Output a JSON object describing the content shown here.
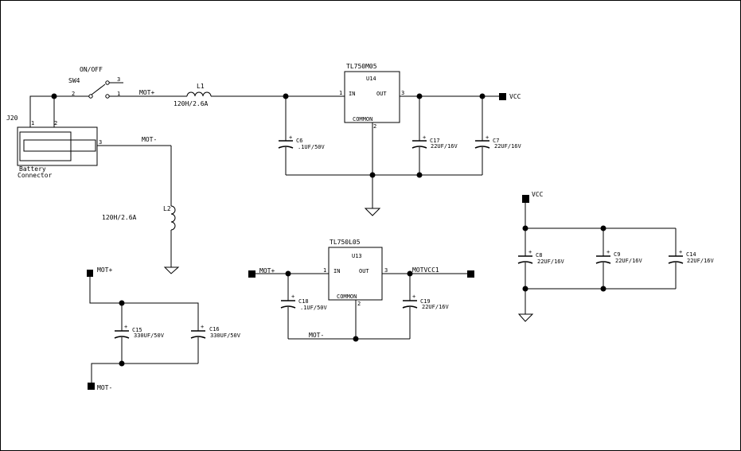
{
  "schematic": {
    "switch": {
      "label": "ON/OFF",
      "ref": "SW4",
      "pins": [
        "2",
        "1",
        "3"
      ]
    },
    "connector": {
      "ref": "J20",
      "desc_line1": "Battery",
      "desc_line2": "Connector",
      "pins": [
        "1",
        "2",
        "3"
      ]
    },
    "l1": {
      "ref": "L1",
      "value": "120H/2.6A"
    },
    "l2": {
      "ref": "L2",
      "value": "120H/2.6A"
    },
    "u14": {
      "part": "TL750M05",
      "ref": "U14",
      "pin_in": "IN",
      "pin_out": "OUT",
      "pin_common": "COMMON",
      "pin1": "1",
      "pin2": "2",
      "pin3": "3"
    },
    "u13": {
      "part": "TL750L05",
      "ref": "U13",
      "pin_in": "IN",
      "pin_out": "OUT",
      "pin_common": "COMMON",
      "pin1": "1",
      "pin2": "2",
      "pin3": "3"
    },
    "caps": {
      "c6": {
        "ref": "C6",
        "value": ".1UF/50V"
      },
      "c17": {
        "ref": "C17",
        "value": "22UF/16V"
      },
      "c7": {
        "ref": "C7",
        "value": "22UF/16V"
      },
      "c8": {
        "ref": "C8",
        "value": "22UF/16V"
      },
      "c9": {
        "ref": "C9",
        "value": "22UF/16V"
      },
      "c14": {
        "ref": "C14",
        "value": "22UF/16V"
      },
      "c15": {
        "ref": "C15",
        "value": "330UF/50V"
      },
      "c16": {
        "ref": "C16",
        "value": "330UF/50V"
      },
      "c18": {
        "ref": "C18",
        "value": ".1UF/50V"
      },
      "c19": {
        "ref": "C19",
        "value": "22UF/16V"
      }
    },
    "nets": {
      "mot_plus": "MOT+",
      "mot_minus": "MOT-",
      "vcc": "VCC",
      "motvcc1": "MOTVCC1"
    }
  }
}
